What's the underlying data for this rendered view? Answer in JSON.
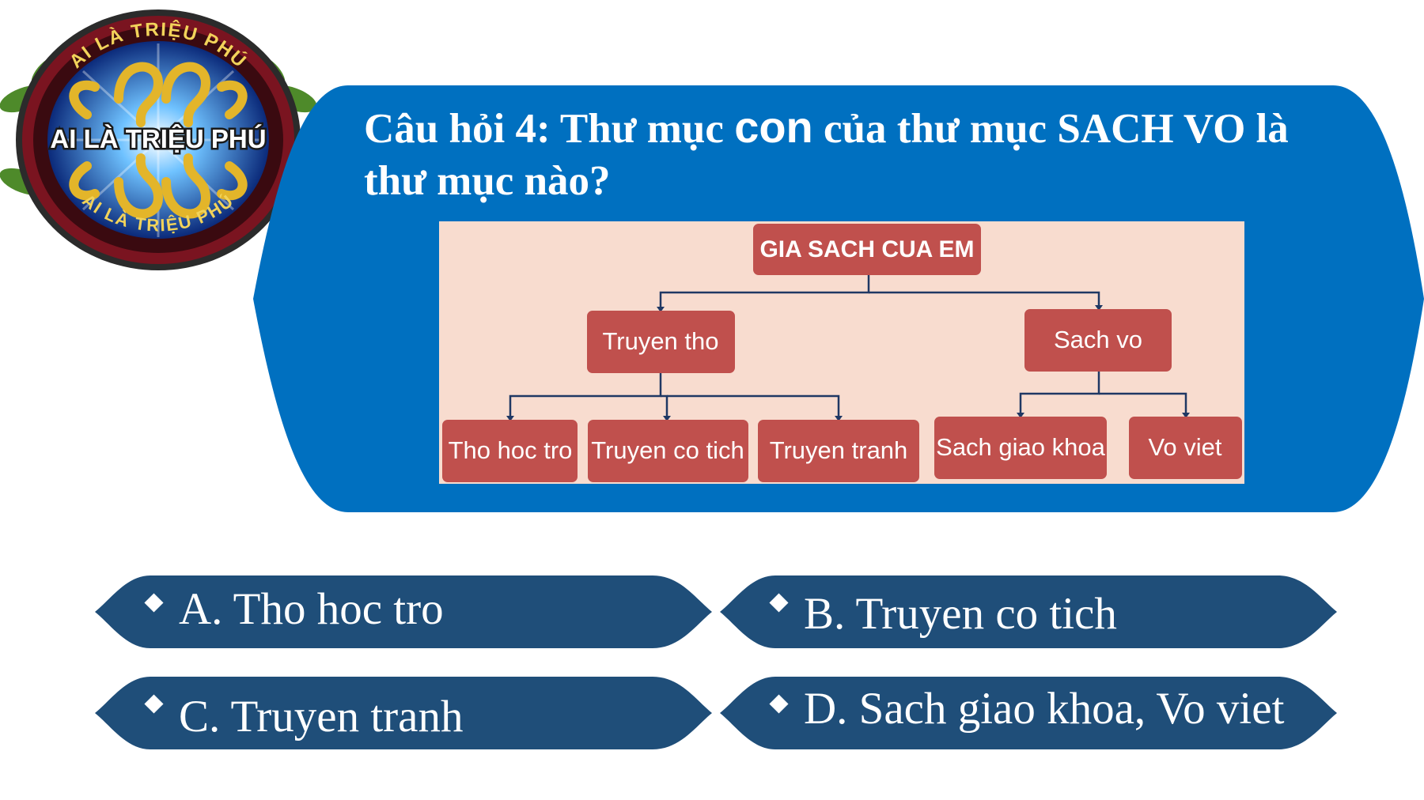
{
  "logo": {
    "title": "AI LÀ TRIỆU PHÚ",
    "ring_top": "AI LÀ TRIỆU PHÚ",
    "ring_bottom": "AI LÀ TRIỆU PHÚ"
  },
  "question": {
    "text_part1": "Câu hỏi 4: Thư mục ",
    "text_emph": "con",
    "text_part2": " của thư mục SACH VO là thư mục nào?"
  },
  "tree": {
    "root": "GIA SACH CUA EM",
    "level1": [
      "Truyen tho",
      "Sach vo"
    ],
    "level2": [
      "Tho hoc tro",
      "Truyen co tich",
      "Truyen tranh",
      "Sach giao khoa",
      "Vo viet"
    ]
  },
  "answers": [
    {
      "label": "A. Tho hoc tro"
    },
    {
      "label": "B. Truyen co tich"
    },
    {
      "label": "C. Truyen tranh"
    },
    {
      "label": "D. Sach giao khoa, Vo viet"
    }
  ],
  "colors": {
    "banner": "#0070c0",
    "tree_bg": "#f8dccf",
    "node": "#c0504d",
    "answer": "#1f4e79",
    "connector": "#1f3864"
  }
}
